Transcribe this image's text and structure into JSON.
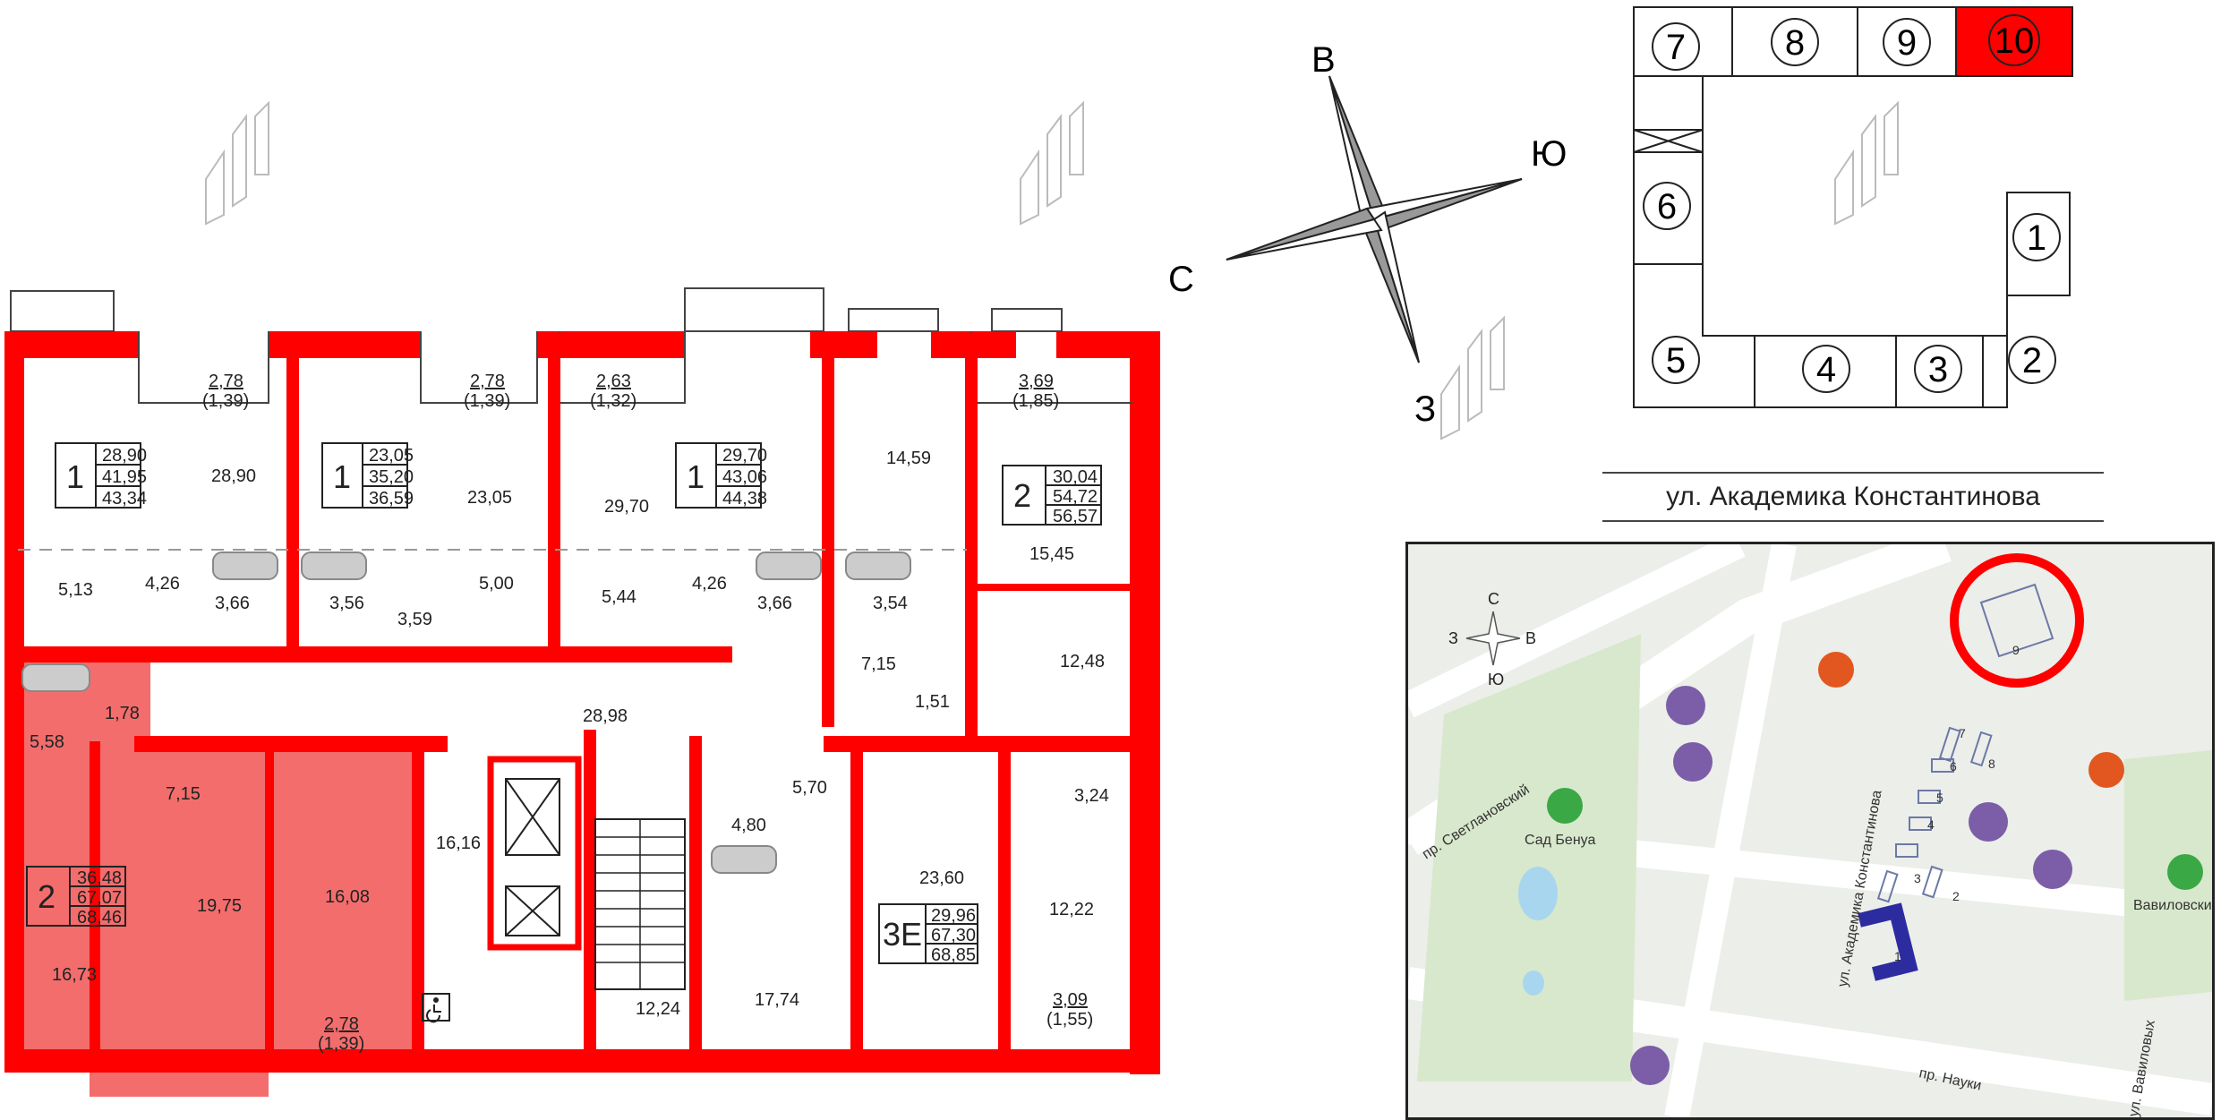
{
  "compass": {
    "north": "С",
    "south": "Ю",
    "east": "В",
    "west": "З"
  },
  "section_scheme": {
    "sections": [
      "7",
      "8",
      "9",
      "10",
      "6",
      "1",
      "5",
      "4",
      "3",
      "2"
    ],
    "selected": "10",
    "selected_color": "#ff0000"
  },
  "street_label": "ул. Академика Константинова",
  "map": {
    "mini_compass": {
      "north": "С",
      "south": "Ю",
      "east": "В",
      "west": "З"
    },
    "streets": [
      "пр. Светлановский",
      "ул. Академика Константинова",
      "пр. Науки",
      "ул. Вавиловых"
    ],
    "parks": [
      "Сад Бенуа",
      "Вавиловский сквер"
    ],
    "building_numbers": [
      "9",
      "8",
      "7",
      "6",
      "5",
      "4",
      "3",
      "2",
      "1"
    ],
    "highlight_color": "#ff0000"
  },
  "apartments": [
    {
      "rooms": "1",
      "areas": [
        "28,90",
        "41,95",
        "43,34"
      ]
    },
    {
      "rooms": "1",
      "areas": [
        "23,05",
        "35,20",
        "36,59"
      ]
    },
    {
      "rooms": "1",
      "areas": [
        "29,70",
        "43,06",
        "44,38"
      ]
    },
    {
      "rooms": "2",
      "areas": [
        "30,04",
        "54,72",
        "56,57"
      ]
    },
    {
      "rooms": "2",
      "areas": [
        "36,48",
        "67,07",
        "68,46"
      ]
    },
    {
      "rooms": "3Е",
      "areas": [
        "29,96",
        "67,30",
        "68,85"
      ]
    }
  ],
  "balconies": [
    {
      "area": "2,78",
      "sub": "(1,39)"
    },
    {
      "area": "2,78",
      "sub": "(1,39)"
    },
    {
      "area": "2,63",
      "sub": "(1,32)"
    },
    {
      "area": "3,69",
      "sub": "(1,85)"
    },
    {
      "area": "2,78",
      "sub": "(1,39)"
    },
    {
      "area": "3,09",
      "sub": "(1,55)"
    }
  ],
  "room_areas": [
    "28,90",
    "23,05",
    "29,70",
    "14,59",
    "15,45",
    "5,13",
    "4,26",
    "3,66",
    "3,56",
    "3,59",
    "5,00",
    "5,44",
    "4,26",
    "3,66",
    "3,54",
    "12,48",
    "7,15",
    "1,51",
    "1,78",
    "5,58",
    "28,98",
    "7,15",
    "19,75",
    "16,08",
    "16,73",
    "16,16",
    "5,70",
    "4,80",
    "23,60",
    "3,24",
    "12,22",
    "12,24",
    "17,74"
  ],
  "primary_color": "#ff0000",
  "highlight_fill": "#f36d6d"
}
